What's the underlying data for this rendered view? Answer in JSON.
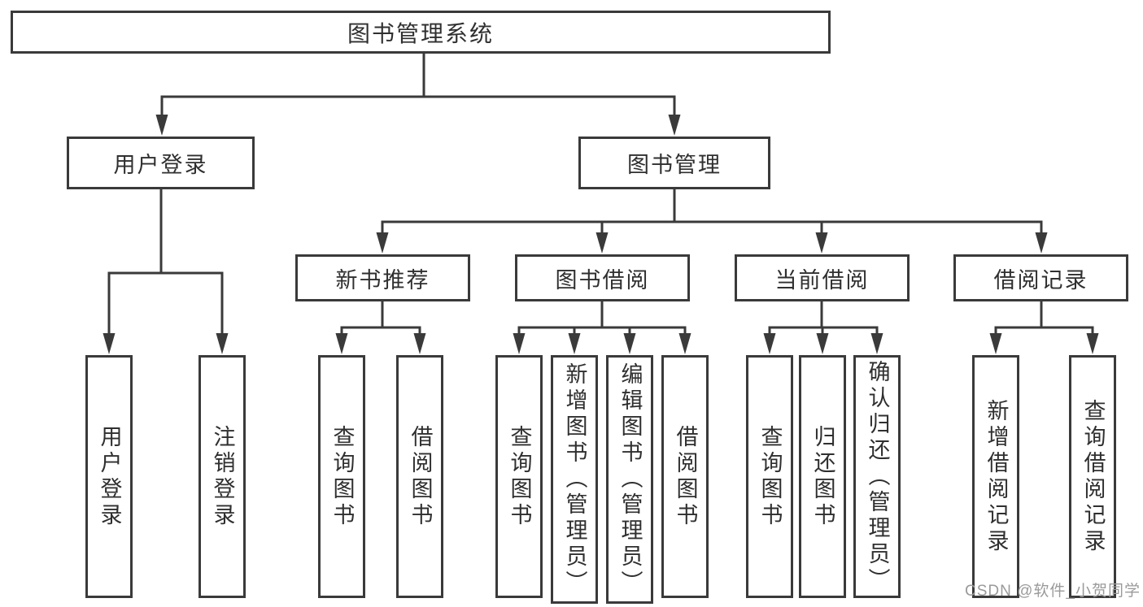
{
  "colors": {
    "line": "#3a3a3a",
    "background": "#ffffff",
    "watermark": "#9a9a9a"
  },
  "tree": {
    "root": {
      "label": "图书管理系统"
    },
    "branches": [
      {
        "label": "用户登录",
        "children": [
          {
            "label": "用户登录"
          },
          {
            "label": "注销登录"
          }
        ]
      },
      {
        "label": "图书管理",
        "children": [
          {
            "label": "新书推荐",
            "children": [
              {
                "label": "查询图书"
              },
              {
                "label": "借阅图书"
              }
            ]
          },
          {
            "label": "图书借阅",
            "children": [
              {
                "label": "查询图书"
              },
              {
                "label": "新增图书（管理员）"
              },
              {
                "label": "编辑图书（管理员）"
              },
              {
                "label": "借阅图书"
              }
            ]
          },
          {
            "label": "当前借阅",
            "children": [
              {
                "label": "查询图书"
              },
              {
                "label": "归还图书"
              },
              {
                "label": "确认归还（管理员）"
              }
            ]
          },
          {
            "label": "借阅记录",
            "children": [
              {
                "label": "新增借阅记录"
              },
              {
                "label": "查询借阅记录"
              }
            ]
          }
        ]
      }
    ]
  },
  "watermark": {
    "text": "CSDN @软件_小贺同学"
  }
}
